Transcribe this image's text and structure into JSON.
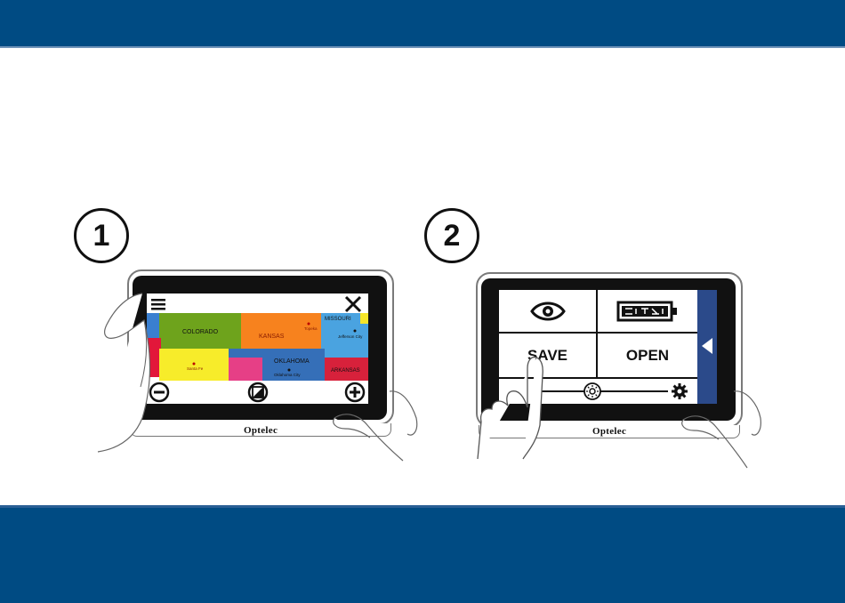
{
  "steps": [
    {
      "number": "1"
    },
    {
      "number": "2"
    }
  ],
  "device": {
    "brand": "Optelec"
  },
  "map_labels": {
    "colorado": "COLORADO",
    "kansas": "KANSAS",
    "missouri": "MISSOURI",
    "topeka": "Topeka",
    "jefferson_city": "Jefferson City",
    "oklahoma": "OKLAHOMA",
    "oklahoma_city": "Oklahoma City",
    "santa_fe": "Santa Fe",
    "arkansas": "ARKANSAS"
  },
  "menu": {
    "save_label": "SAVE",
    "open_label": "OPEN"
  },
  "colors": {
    "band": "#004b83",
    "side_panel": "#2b4a8a"
  }
}
